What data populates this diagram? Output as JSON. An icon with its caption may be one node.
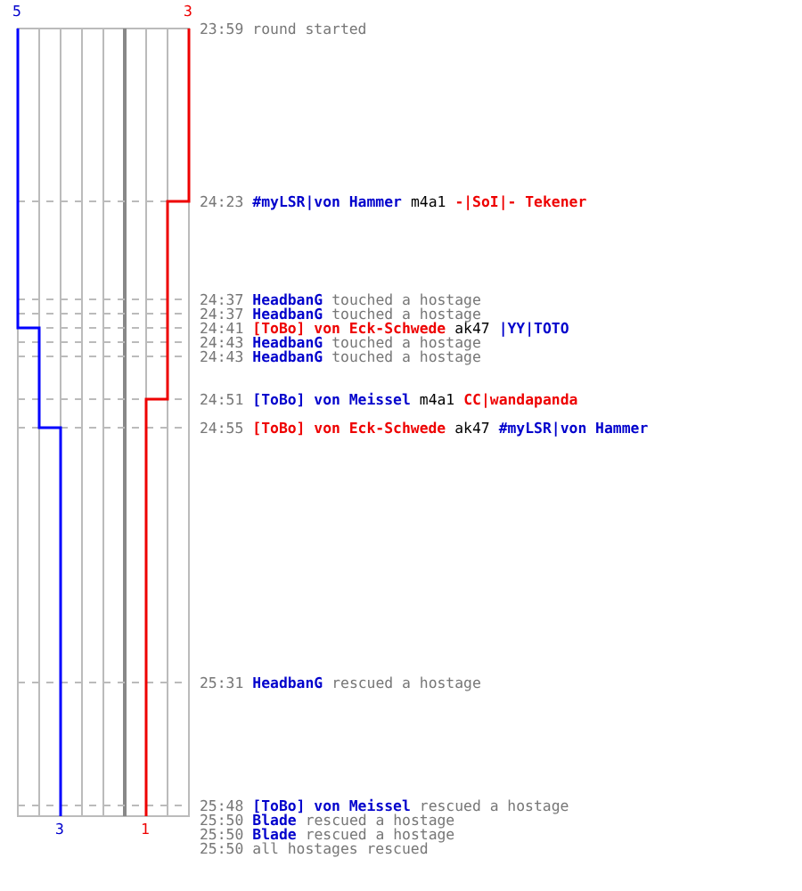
{
  "diagram": {
    "labels": [
      "5",
      "3",
      "23:59",
      "round started",
      "24:23",
      "#myLSR|von Hammer",
      "m4a1",
      "-|SoI|- Tekener",
      "24:37",
      "HeadbanG",
      "touched a hostage",
      "24:37",
      "HeadbanG",
      "touched a hostage",
      "24:41",
      "[ToBo] von Eck-Schwede",
      "ak47",
      "|YY|TOTO",
      "24:43",
      "HeadbanG",
      "touched a hostage",
      "24:43",
      "HeadbanG",
      "touched a hostage",
      "24:51",
      "[ToBo] von Meissel",
      "m4a1",
      "CC|wandapanda",
      "24:55",
      "[ToBo] von Eck-Schwede",
      "ak47",
      "#myLSR|von Hammer",
      "25:31",
      "HeadbanG",
      "rescued a hostage",
      "25:48",
      "[ToBo] von Meissel",
      "rescued a hostage",
      "25:50",
      "Blade",
      "rescued a hostage",
      "25:50",
      "Blade",
      "rescued a hostage",
      "25:50",
      "all hostages rescued",
      "3",
      "1"
    ]
  }
}
